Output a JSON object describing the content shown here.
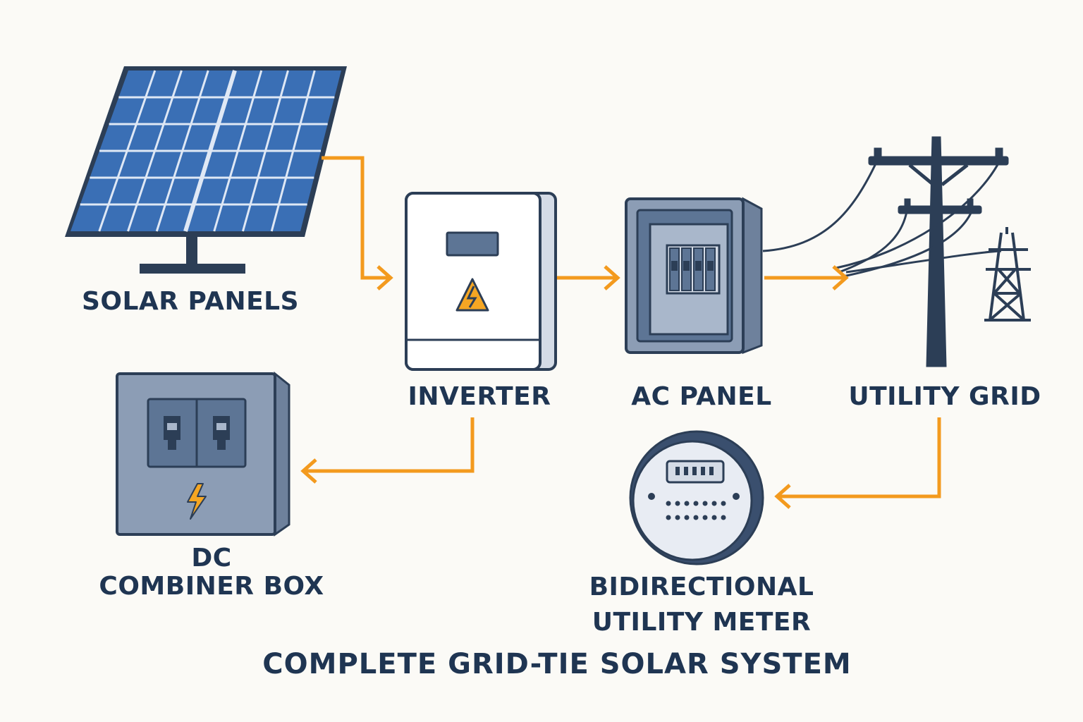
{
  "title": "COMPLETE GRID-TIE SOLAR SYSTEM",
  "components": {
    "solar_panels": {
      "label": "SOLAR PANELS",
      "icon": "solar-panel-icon"
    },
    "inverter": {
      "label": "INVERTER",
      "icon": "inverter-icon"
    },
    "ac_panel": {
      "label": "AC PANEL",
      "icon": "ac-panel-icon"
    },
    "utility_grid": {
      "label": "UTILITY GRID",
      "icon": "power-pole-icon"
    },
    "dc_combiner": {
      "label_line1": "DC",
      "label_line2": "COMBINER BOX",
      "icon": "combiner-box-icon"
    },
    "meter": {
      "label_line1": "BIDIRECTIONAL",
      "label_line2": "UTILITY METER",
      "icon": "meter-icon"
    }
  },
  "connections": [
    {
      "from": "solar_panels",
      "to": "inverter"
    },
    {
      "from": "inverter",
      "to": "ac_panel"
    },
    {
      "from": "ac_panel",
      "to": "utility_grid"
    },
    {
      "from": "inverter",
      "to": "dc_combiner"
    },
    {
      "from": "utility_grid",
      "to": "meter"
    }
  ],
  "colors": {
    "background": "#fbfaf6",
    "text": "#1f3552",
    "arrow": "#f39a1e",
    "panel_blue": "#3a6fb5",
    "outline": "#2c3e56",
    "box_gray": "#8c9db5",
    "warning": "#f5a623"
  }
}
